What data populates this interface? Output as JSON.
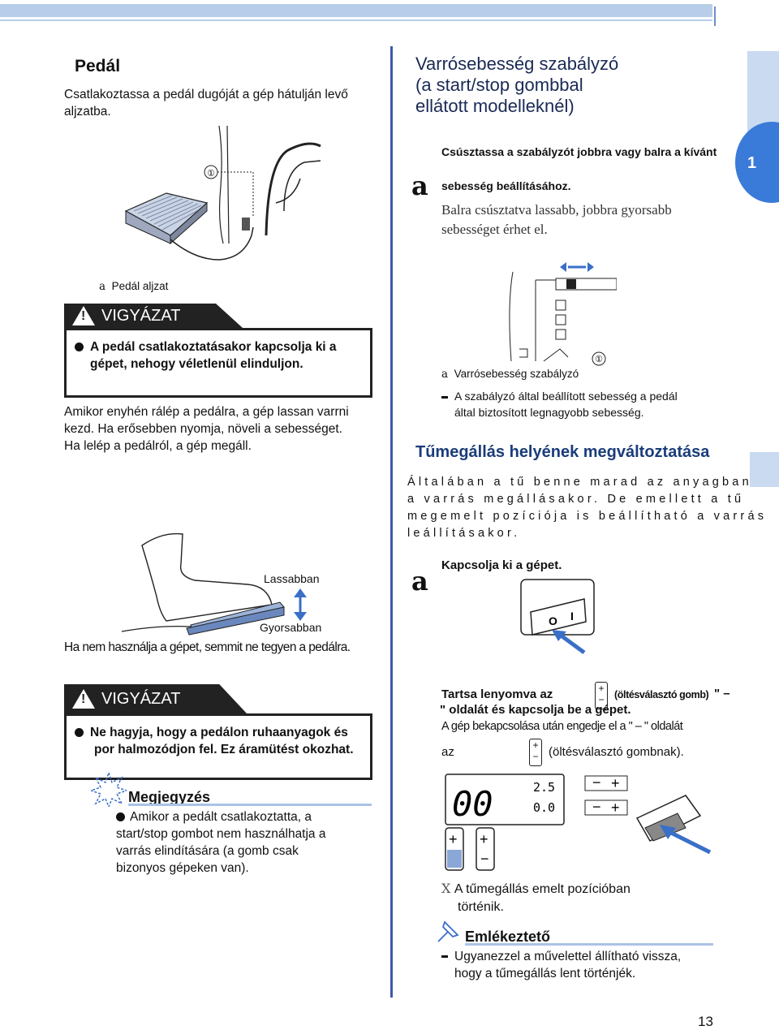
{
  "left": {
    "pedal_heading": "Pedál",
    "pedal_intro": [
      "Csatlakoztassa a pedál dugóját a gép hátulján levő",
      "aljzatba."
    ],
    "pedal_callout": "①",
    "pedal_caption_letter": "a",
    "pedal_caption": "Pedál aljzat",
    "warning1_title": "VIGYÁZAT",
    "warning1_text": [
      "A pedál csatlakoztatásakor kapcsolja ki a",
      "gépet, nehogy véletlenül elinduljon."
    ],
    "pedal_usage": [
      "Amikor enyhén rálép a pedálra, a gép lassan varrni",
      "kezd. Ha erősebben nyomja, növeli a sebességet.",
      "Ha lelép a pedálról, a gép megáll."
    ],
    "label_slower": "Lassabban",
    "label_faster": "Gyorsabban",
    "pedal_not_used": "Ha nem használja a gépet, semmit ne tegyen a pedálra.",
    "warning2_title": "VIGYÁZAT",
    "warning2_text": [
      "Ne hagyja, hogy a pedálon ruhaanyagok és",
      "por halmozódjon fel. Ez áramütést okozhat."
    ],
    "note_title": "Megjegyzés",
    "note_text": [
      "Amikor a pedált csatlakoztatta, a",
      "start/stop gombot nem használhatja a",
      "varrás elindítására (a gomb csak",
      "bizonyos gépeken van)."
    ]
  },
  "right": {
    "heading": [
      "Varrósebesség szabályzó",
      "(a start/stop gombbal",
      "ellátott modelleknél)"
    ],
    "step_letter": "a",
    "step1_bold": [
      "Csúsztassa a szabályzót jobbra vagy balra a kívánt",
      "sebesség beállításához."
    ],
    "step1_text": [
      "Balra csúsztatva lassabb, jobbra gyorsabb",
      "sebességet érhet el."
    ],
    "speed_callout": "①",
    "speed_caption_letter": "a",
    "speed_caption": "Varrósebesség szabályzó",
    "speed_bullet": [
      "A szabályzó által beállított sebesség a pedál",
      "által biztosított legnagyobb sebesség."
    ],
    "needle_heading": "Tűmegállás helyének megváltoztatása",
    "needle_text": [
      "Általában a tű benne marad az anyagban",
      "a varrás megállásakor. De emellett a tű",
      "megemelt pozíciója is beállítható a varrás",
      "leállításakor."
    ],
    "step2_letter": "a",
    "step2_bold": "Kapcsolja ki a gépet.",
    "switch_o": "O",
    "switch_i": "I",
    "hold_line1_a": "Tartsa lenyomva az",
    "hold_line1_b": "(öltésválasztó gomb)",
    "hold_line1_c": "\" –",
    "hold_line2": "\" oldalát és kapcsolja be a gépet.",
    "hold_line3": "A gép bekapcsolása után engedje el a \" – \" oldalát",
    "hold_line4_a": "az",
    "hold_line4_b": "(öltésválasztó gombnak).",
    "lcd_digits": "00",
    "lcd_val1": "2.5",
    "lcd_val2": "0.0",
    "result_letter": "X",
    "result_text": [
      "A tűmegállás emelt pozícióban",
      "történik."
    ],
    "memo_title": "Emlékeztető",
    "memo_text": [
      "Ugyanezzel a művelettel állítható vissza,",
      "hogy a tűmegállás lent történjék."
    ]
  },
  "page_number": "13"
}
